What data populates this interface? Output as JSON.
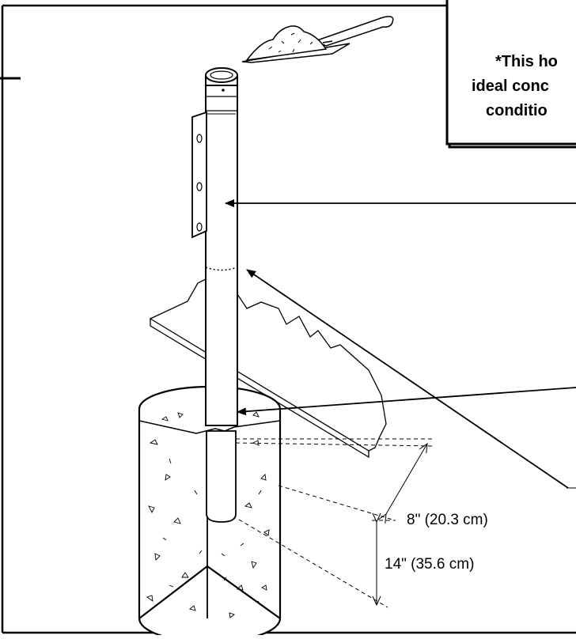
{
  "note": {
    "lines": [
      "*This ho",
      "ideal conc",
      "conditio"
    ]
  },
  "dimensions": {
    "hole_width": "8\" (20.3 cm)",
    "hole_depth": "14\" (35.6 cm)"
  },
  "colors": {
    "line": "#000000",
    "background": "#ffffff",
    "concrete": "#f4f4f4"
  },
  "icons": [
    "shovel-icon",
    "concrete-footing",
    "pole"
  ]
}
